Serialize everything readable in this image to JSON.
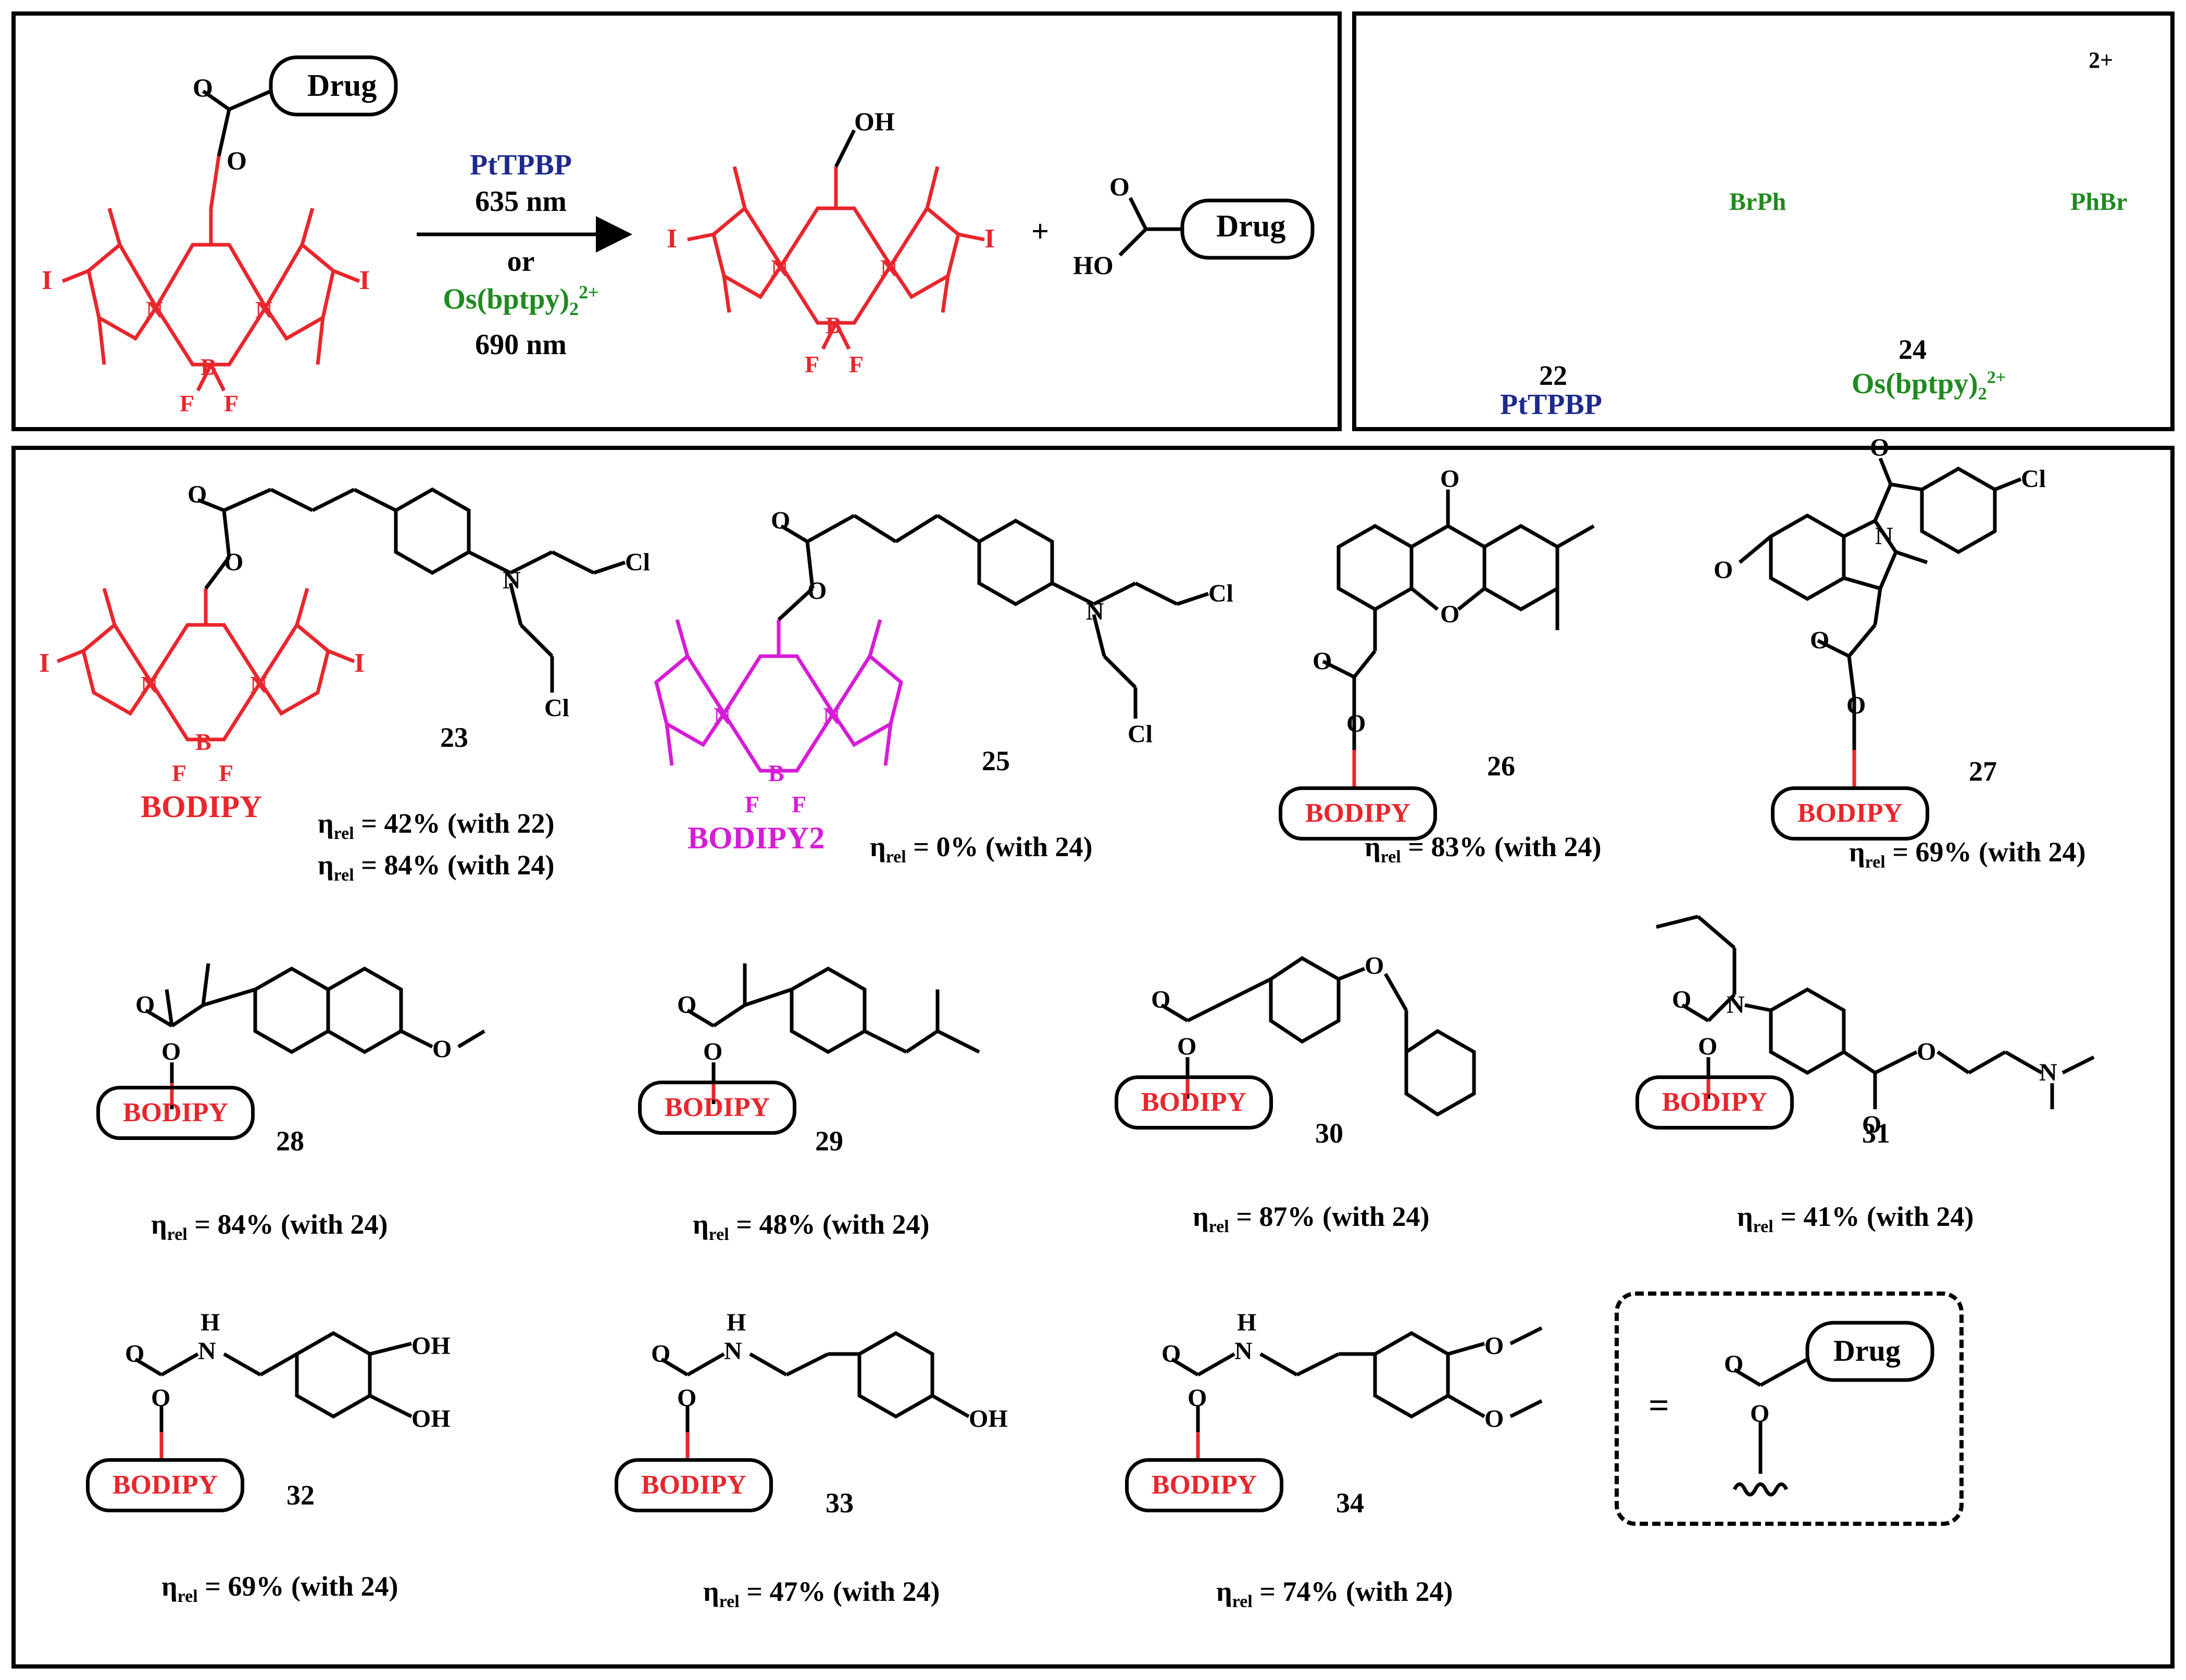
{
  "colors": {
    "bodipy": "#e8262c",
    "bodipy2": "#d61cd6",
    "pt": "#1d2a8c",
    "os": "#1f8a1f",
    "black": "#000000"
  },
  "reaction": {
    "drug_label": "Drug",
    "reagent1": "PtTPBP",
    "wavelength1": "635 nm",
    "or_text": "or",
    "reagent2": "Os(bptpy)",
    "reagent2_sub": "2",
    "reagent2_sup": "2+",
    "wavelength2": "690 nm",
    "plus": "+",
    "oh_label": "OH",
    "ho_label": "HO"
  },
  "sensitizers": {
    "pt_number": "22",
    "pt_name": "PtTPBP",
    "os_number": "24",
    "os_name": "Os(bptpy)",
    "os_name_sub": "2",
    "os_name_sup": "2+",
    "charge": "2+",
    "brph": "BrPh",
    "phbr": "PhBr"
  },
  "compounds": [
    {
      "number": "23",
      "name": "BODIPY",
      "eta": [
        "= 42% (with 22)",
        "= 84% (with 24)"
      ]
    },
    {
      "number": "25",
      "name": "BODIPY2",
      "eta": [
        "= 0% (with 24)"
      ]
    },
    {
      "number": "26",
      "eta": [
        "= 83% (with 24)"
      ]
    },
    {
      "number": "27",
      "eta": [
        "= 69% (with 24)"
      ]
    },
    {
      "number": "28",
      "eta": [
        "= 84% (with 24)"
      ]
    },
    {
      "number": "29",
      "eta": [
        "= 48% (with 24)"
      ]
    },
    {
      "number": "30",
      "eta": [
        "= 87% (with 24)"
      ]
    },
    {
      "number": "31",
      "eta": [
        "= 41% (with 24)"
      ]
    },
    {
      "number": "32",
      "eta": [
        "= 69% (with 24)"
      ]
    },
    {
      "number": "33",
      "eta": [
        "= 47% (with 24)"
      ]
    },
    {
      "number": "34",
      "eta": [
        "= 74% (with 24)"
      ]
    }
  ],
  "eta_symbol": "η",
  "eta_sub": "rel",
  "bodipy_tag": "BODIPY",
  "legend": {
    "equals": "=",
    "drug": "Drug"
  }
}
